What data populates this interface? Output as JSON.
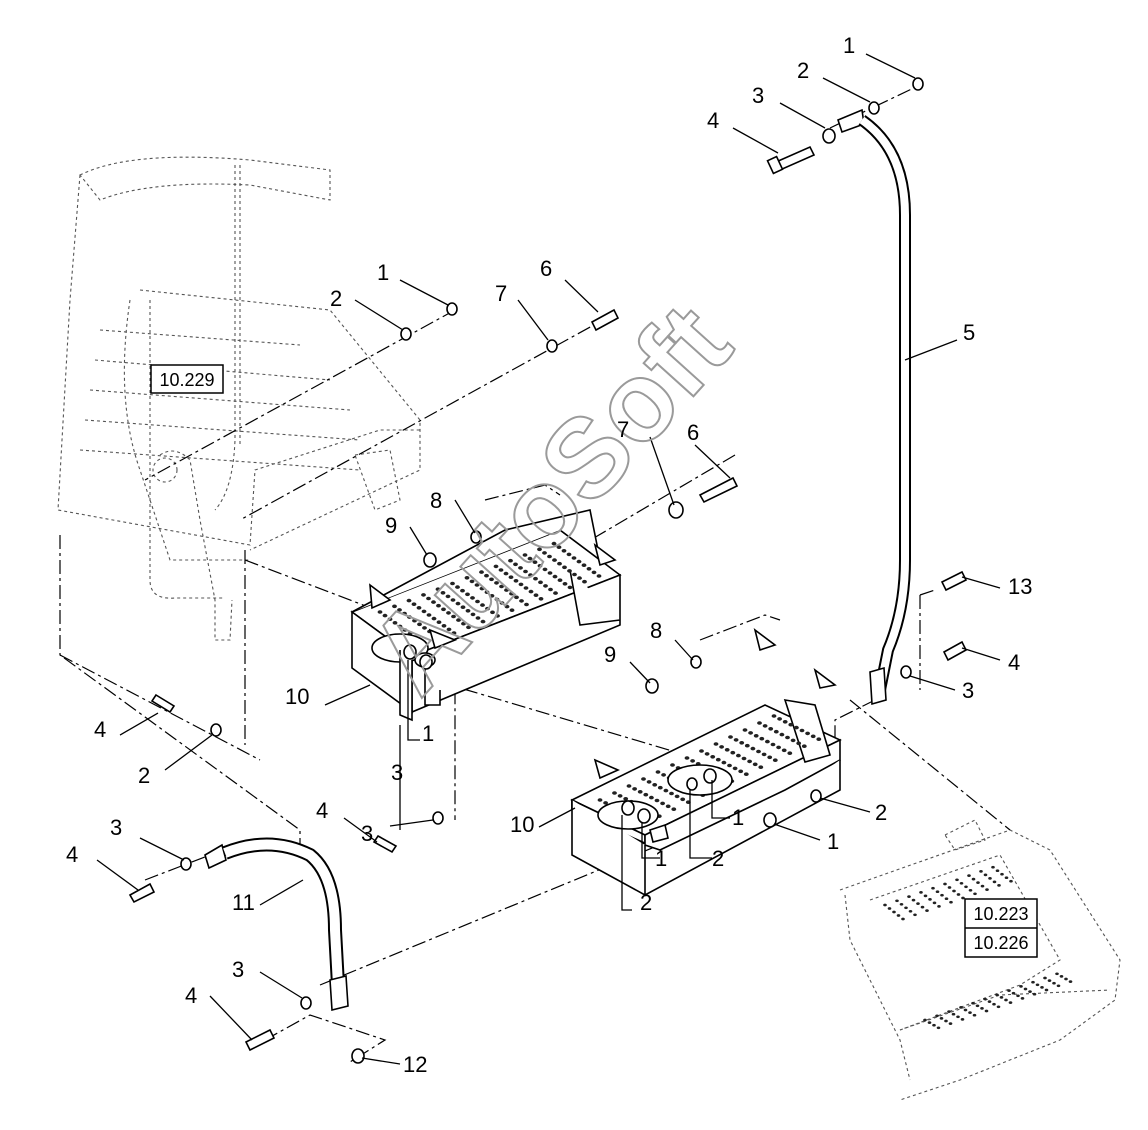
{
  "watermark": "AutoSoft",
  "reference_boxes": {
    "cab_platform": "10.229",
    "steps_upper": "10.223",
    "steps_lower": "10.226"
  },
  "callouts": {
    "grab_rail_top": {
      "nut": "1",
      "washer": "2",
      "spacer": "3",
      "bolt": "4"
    },
    "grab_rail": "5",
    "upper_bracket": {
      "nut": "1",
      "washer": "2",
      "flat_washer": "7",
      "bolt": "6"
    },
    "rear_step": {
      "stud": "6",
      "washer": "7",
      "lock_washer": "8",
      "nut": "9",
      "step": "10",
      "nut_a": "1",
      "spacer_a": "3"
    },
    "front_step": {
      "lock_washer": "8",
      "nut": "9",
      "step": "10",
      "nut_a": "1",
      "washer_a": "2",
      "nut_b": "1",
      "washer_b": "2",
      "washer_c": "2"
    },
    "left_side": {
      "bolt_a": "4",
      "washer_a": "2",
      "bolt_b": "4",
      "spacer_b": "3"
    },
    "right_side": {
      "bolt_a": "13",
      "bolt_b": "4",
      "spacer_b": "3",
      "washer": "2",
      "nut": "1"
    },
    "lower_handle": {
      "spacer_top": "3",
      "bolt_top": "4",
      "handle": "11",
      "spacer_bottom": "3",
      "bolt_bottom": "4",
      "nut_bottom": "12"
    }
  },
  "colors": {
    "line": "#000000",
    "watermark": "#9a9a9a",
    "background": "#ffffff"
  }
}
